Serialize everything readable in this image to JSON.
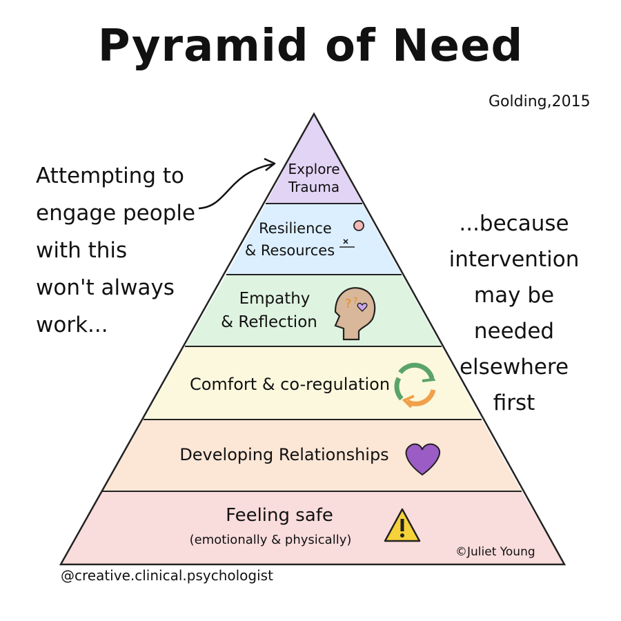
{
  "title": "Pyramid of Need",
  "citation": "Golding,2015",
  "left_annotation": [
    "Attempting to",
    "engage people",
    "with this",
    "won't always",
    "work..."
  ],
  "right_annotation": [
    "...because",
    "intervention",
    "may be",
    "needed",
    "elsewhere",
    "first"
  ],
  "levels": [
    {
      "lines": [
        "Explore",
        "Trauma"
      ],
      "color": "#e2d4f5",
      "icon": "none"
    },
    {
      "lines": [
        "Resilience",
        "& Resources"
      ],
      "color": "#dcefff",
      "icon": "bouncing-ball-icon"
    },
    {
      "lines": [
        "Empathy",
        "& Reflection"
      ],
      "color": "#dff4e0",
      "icon": "head-question-heart-icon"
    },
    {
      "lines": [
        "Comfort & co-regulation"
      ],
      "color": "#fbf8dd",
      "icon": "cycle-arrows-icon"
    },
    {
      "lines": [
        "Developing Relationships"
      ],
      "color": "#fce6d6",
      "icon": "heart-icon"
    },
    {
      "lines": [
        "Feeling safe",
        "(emotionally & physically)"
      ],
      "color": "#f9dcdc",
      "icon": "warning-icon"
    }
  ],
  "footer": {
    "handle": "@creative.clinical.psychologist",
    "copyright": "©Juliet Young"
  },
  "colors": {
    "heart": "#9b5cc6",
    "warning": "#f5d23a",
    "cycle_green": "#5aa36a",
    "cycle_orange": "#f0a04b",
    "head": "#d9b79a"
  }
}
